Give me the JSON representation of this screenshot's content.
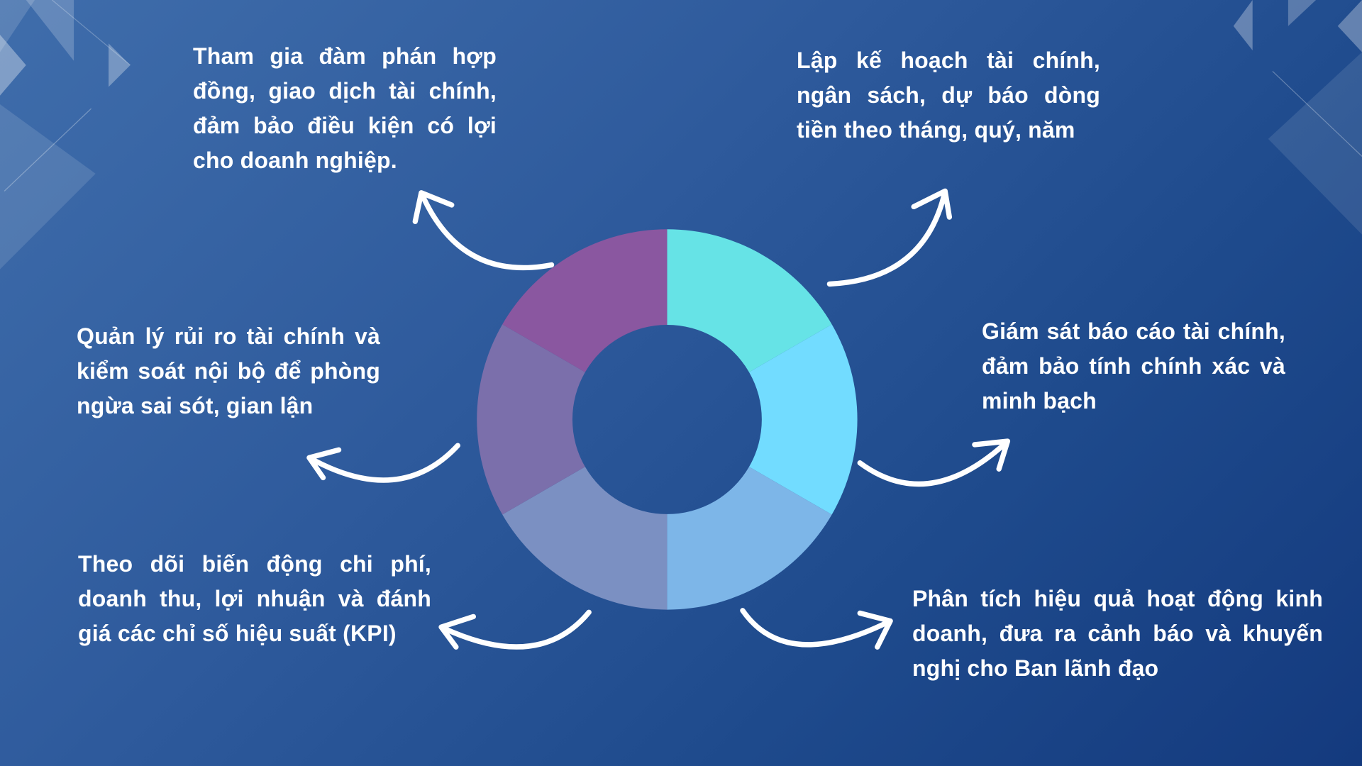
{
  "colors": {
    "segments": [
      "#66e3e6",
      "#72dcff",
      "#7db6e8",
      "#7b90c2",
      "#7b6fab",
      "#8a57a0"
    ],
    "background": "#2a5596"
  },
  "items": [
    {
      "text": "Tham gia đàm phán hợp đồng, giao dịch tài chính, đảm bảo điều kiện có lợi cho doanh nghiệp."
    },
    {
      "text": "Lập kế hoạch tài chính, ngân sách, dự báo dòng tiền theo tháng, quý, năm"
    },
    {
      "text": "Quản lý rủi ro tài chính và kiểm soát nội bộ để phòng ngừa sai sót, gian lận"
    },
    {
      "text": "Giám sát báo cáo tài chính, đảm bảo tính chính xác và minh bạch"
    },
    {
      "text": "Theo dõi biến động chi phí, doanh thu, lợi nhuận và đánh giá các chỉ số hiệu suất (KPI)"
    },
    {
      "text": "Phân tích hiệu quả hoạt động kinh doanh, đưa ra cảnh báo và khuyến nghị cho Ban lãnh đạo"
    }
  ]
}
